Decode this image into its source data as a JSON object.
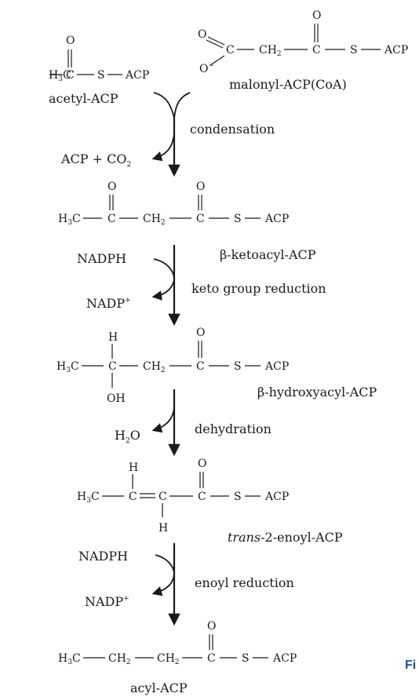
{
  "names": {
    "acetyl": "acetyl-ACP",
    "malonyl": "malonyl-ACP(CoA)",
    "ketoacyl": "β-ketoacyl-ACP",
    "hydroxyacyl": "β-hydroxyacyl-ACP",
    "enoyl_italic": "trans",
    "enoyl_rest": "-2-enoyl-ACP",
    "acyl": "acyl-ACP"
  },
  "steps": {
    "condensation": "condensation",
    "keto_reduction": "keto group reduction",
    "dehydration": "dehydration",
    "enoyl_reduction": "enoyl reduction"
  },
  "sides": {
    "s1_out_main": "ACP + CO",
    "s1_out_sub": "2",
    "s2_in": "NADPH",
    "s2_out_main": "NADP",
    "s2_out_sup": "+",
    "s3_out_main": "H",
    "s3_out_sub": "2",
    "s3_out_tail": "O",
    "s4_in": "NADPH",
    "s4_out_main": "NADP",
    "s4_out_sup": "+"
  },
  "atoms": {
    "H3C_a": "H",
    "H3C_b": "3",
    "H3C_c": "C",
    "C": "C",
    "O": "O",
    "S": "S",
    "ACP": "ACP",
    "CH2_a": "CH",
    "CH2_b": "2",
    "H": "H",
    "OH": "OH",
    "O_minus": "O",
    "O_minus_sign": "−"
  },
  "edge_text": "Fi",
  "colors": {
    "ink": "#1a1a1a",
    "edge_text": "#1f4e9a",
    "background": "#ffffff"
  }
}
